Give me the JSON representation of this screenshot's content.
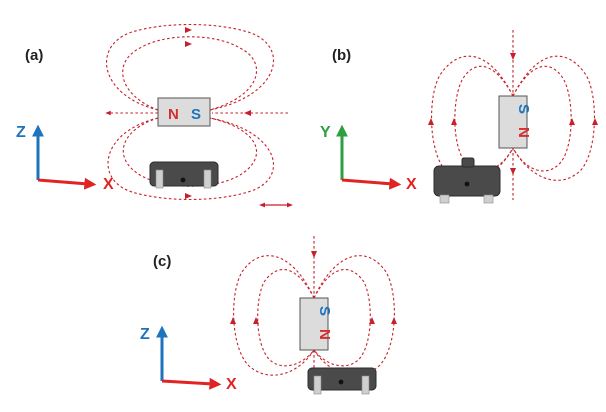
{
  "colors": {
    "field": "#c8202a",
    "north": "#d32f2f",
    "south": "#1e73be",
    "z_axis": "#1e73be",
    "y_axis": "#2e9e3e",
    "x_axis": "#e02424",
    "magnet_fill": "#dcdcdc",
    "magnet_stroke": "#555555",
    "sensor_fill": "#4a4a4a",
    "pin_fill": "#cfcfcf"
  },
  "panels": [
    {
      "label": "(a)",
      "magnet": {
        "north": "N",
        "south": "S",
        "orientation": "horizontal"
      },
      "axes": {
        "vertical": "Z",
        "horizontal": "X"
      },
      "motion_arrow": "double-headed-horizontal"
    },
    {
      "label": "(b)",
      "magnet": {
        "north": "N",
        "south": "S",
        "orientation": "vertical-rotated"
      },
      "axes": {
        "vertical": "Y",
        "horizontal": "X"
      }
    },
    {
      "label": "(c)",
      "magnet": {
        "north": "N",
        "south": "S",
        "orientation": "vertical-rotated"
      },
      "axes": {
        "vertical": "Z",
        "horizontal": "X"
      }
    }
  ]
}
